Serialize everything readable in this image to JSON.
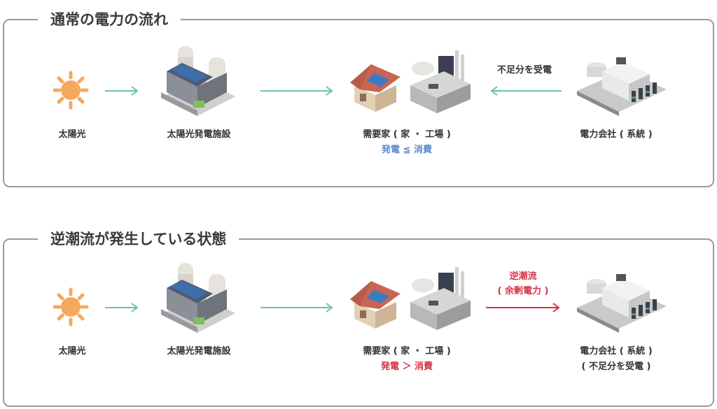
{
  "normal": {
    "title": "通常の電力の流れ",
    "sun_label": "太陽光",
    "plant_label": "太陽光発電施設",
    "consumer_label": "需要家 ( 家 ・ 工場 )",
    "consumer_status": "発電 ≦ 消費",
    "grid_label": "電力会社 ( 系統 )",
    "arrow_label": "不足分を受電",
    "arrow_color": "#6fbfae"
  },
  "reverse": {
    "title": "逆潮流が発生している状態",
    "sun_label": "太陽光",
    "plant_label": "太陽光発電施設",
    "consumer_label": "需要家 ( 家 ・ 工場 )",
    "consumer_status": "発電 ＞ 消費",
    "grid_label": "電力会社 ( 系統 )",
    "grid_sub_label": "( 不足分を受電 )",
    "arrow_label_1": "逆潮流",
    "arrow_label_2": "( 余剰電力 )",
    "arrow_color": "#6fbfae",
    "reverse_arrow_color": "#d23344"
  }
}
